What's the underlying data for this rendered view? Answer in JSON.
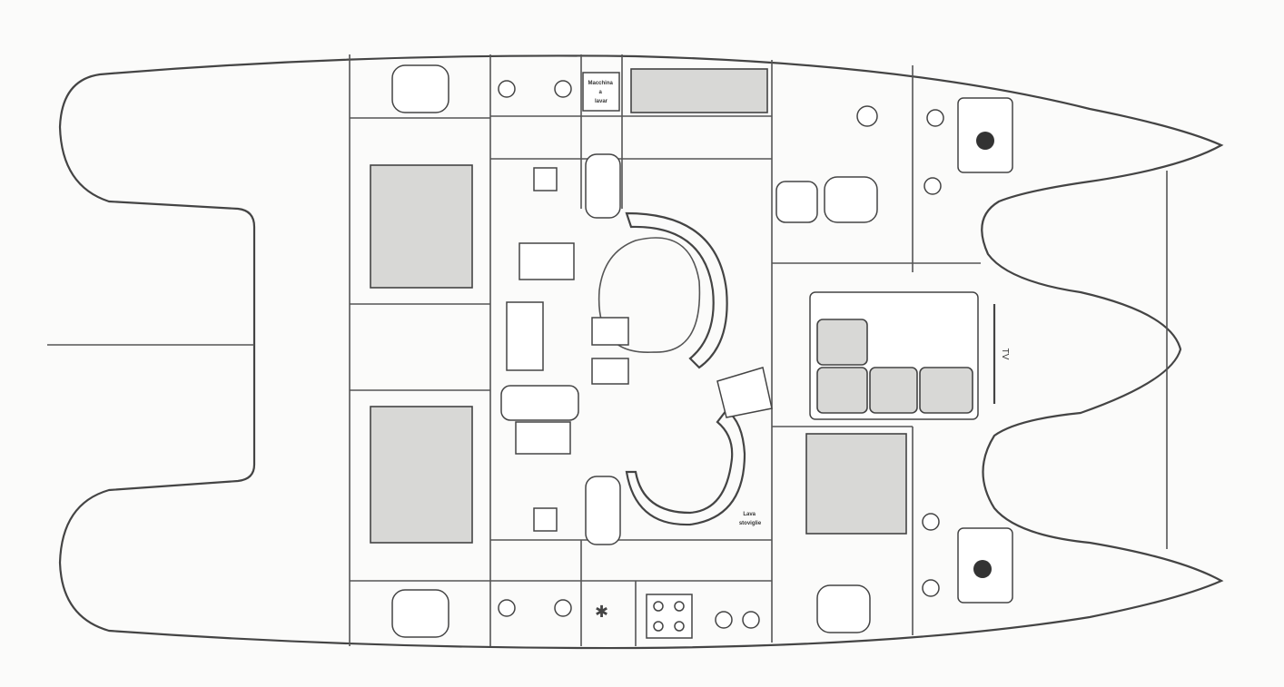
{
  "labels": {
    "washing_machine": [
      "Macchina",
      "a",
      "lavar"
    ],
    "dishwasher": [
      "Lava",
      "stoviglie"
    ],
    "tv": "TV"
  }
}
